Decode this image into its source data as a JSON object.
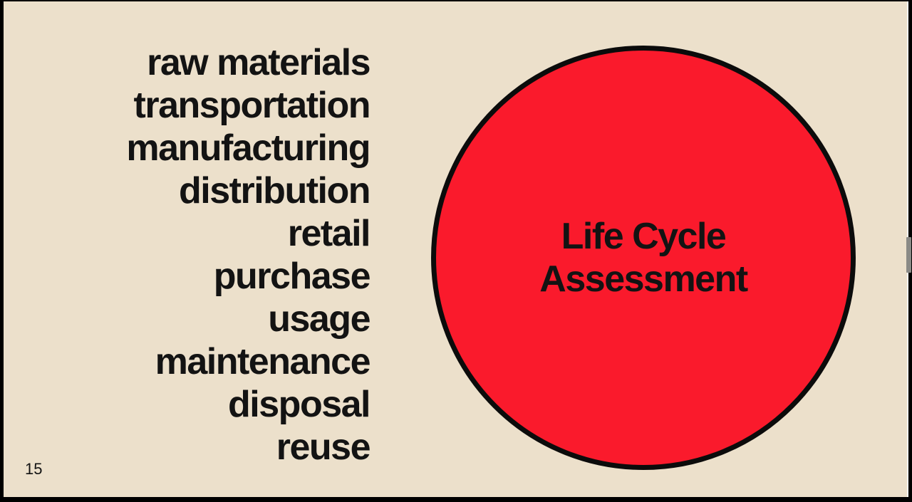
{
  "slide": {
    "stages": [
      "raw materials",
      "transportation",
      "manufacturing",
      "distribution",
      "retail",
      "purchase",
      "usage",
      "maintenance",
      "disposal",
      "reuse"
    ],
    "circle": {
      "line1": "Life Cycle",
      "line2": "Assessment"
    },
    "page_number": "15"
  },
  "colors": {
    "slide_background": "#ece0cb",
    "circle_fill": "#fa1a2c",
    "circle_border": "#0b0b0b",
    "text": "#131313",
    "letterbox_frame": "#000000",
    "scrollbar_thumb": "#8a8a86"
  }
}
